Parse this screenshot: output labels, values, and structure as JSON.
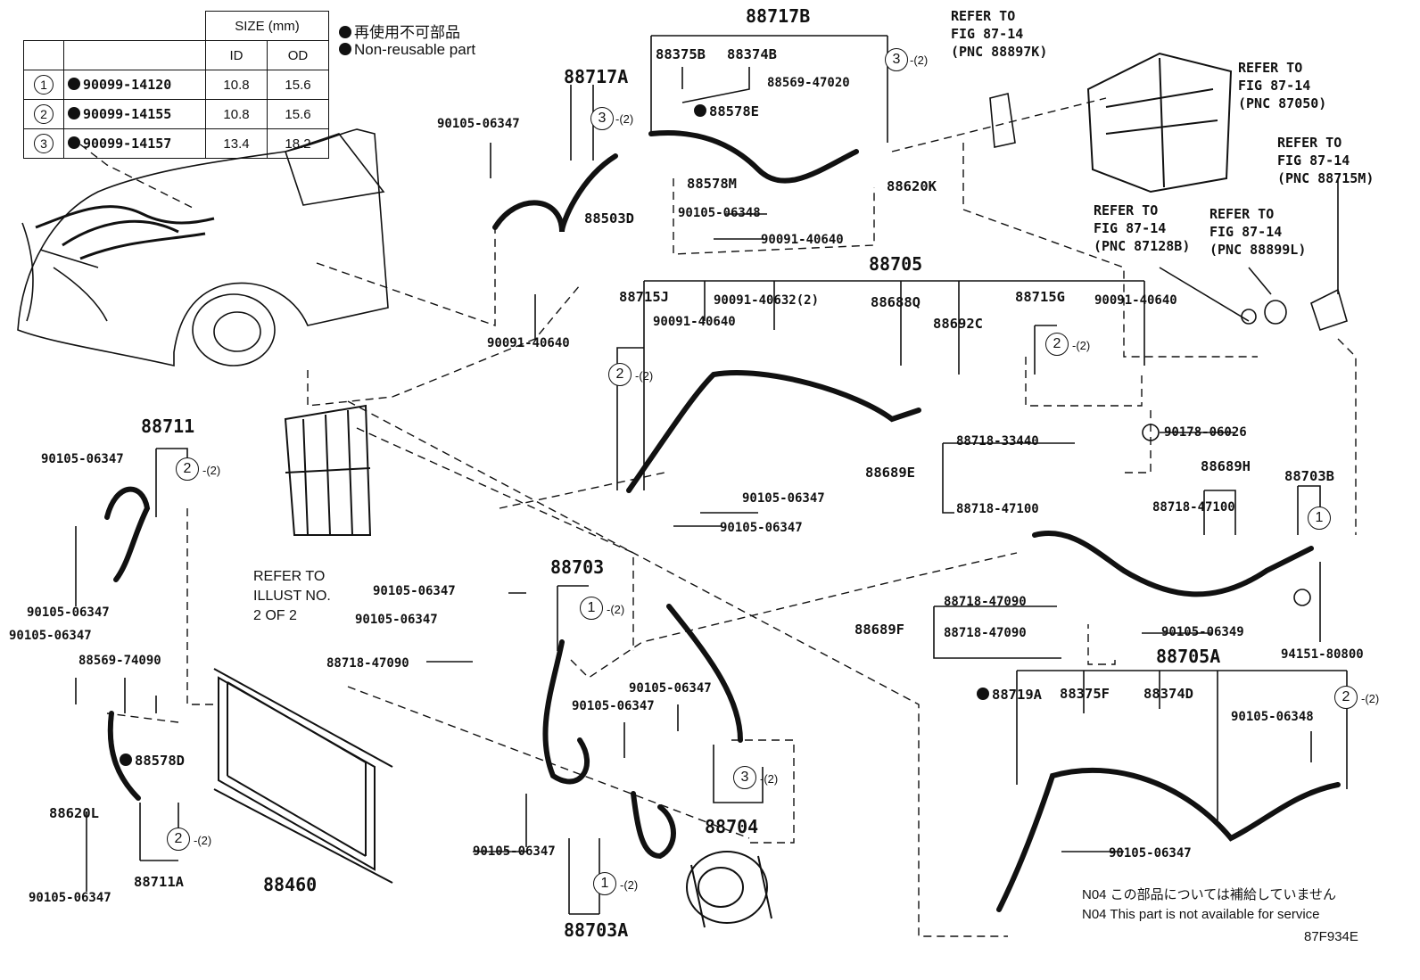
{
  "size_table": {
    "header": "SIZE (mm)",
    "col_id": "ID",
    "col_od": "OD",
    "rows": [
      {
        "num": "1",
        "part": "90099-14120",
        "id": "10.8",
        "od": "15.6"
      },
      {
        "num": "2",
        "part": "90099-14155",
        "id": "10.8",
        "od": "15.6"
      },
      {
        "num": "3",
        "part": "90099-14157",
        "id": "13.4",
        "od": "18.2"
      }
    ]
  },
  "legend": {
    "jp": "再使用不可部品",
    "en": "Non-reusable part"
  },
  "labels": {
    "p88717B": "88717B",
    "p88375B": "88375B",
    "p88374B": "88374B",
    "p88569_47020": "88569-47020",
    "p88578E": "88578E",
    "p88717A": "88717A",
    "p90105_06347_a": "90105-06347",
    "p88578M": "88578M",
    "p88620K": "88620K",
    "p88503D": "88503D",
    "p90105_06348_a": "90105-06348",
    "p90091_40640_a": "90091-40640",
    "p90091_40640_b": "90091-40640",
    "p88705": "88705",
    "p88715J": "88715J",
    "p90091_40632": "90091-40632(2)",
    "p88688Q": "88688Q",
    "p88692C": "88692C",
    "p88715G": "88715G",
    "p90091_40640_c": "90091-40640",
    "p90091_40640_d": "90091-40640",
    "p88711": "88711",
    "p90105_06347_b": "90105-06347",
    "p90105_06347_c": "90105-06347",
    "p90105_06347_d": "90105-06347",
    "p88569_74090": "88569-74090",
    "p88578D": "88578D",
    "p88620L": "88620L",
    "p90105_06347_e": "90105-06347",
    "p88711A": "88711A",
    "p88460": "88460",
    "p90105_06347_f": "90105-06347",
    "p90105_06347_g": "90105-06347",
    "p88703": "88703",
    "p90105_06347_h": "90105-06347",
    "p90105_06347_i": "90105-06347",
    "p88718_47090_a": "88718-47090",
    "p90105_06347_j": "90105-06347",
    "p90105_06347_k": "90105-06347",
    "p88704": "88704",
    "p90105_06347_l": "90105-06347",
    "p88703A": "88703A",
    "p88718_33440": "88718-33440",
    "p88689E": "88689E",
    "p88718_47100_a": "88718-47100",
    "p90178_06026": "90178-06026",
    "p88689H": "88689H",
    "p88718_47100_b": "88718-47100",
    "p88703B": "88703B",
    "p88718_47090_b": "88718-47090",
    "p88689F": "88689F",
    "p88718_47090_c": "88718-47090",
    "p90105_06349": "90105-06349",
    "p94151_80800": "94151-80800",
    "p88705A": "88705A",
    "p88719A": "88719A",
    "p88375F": "88375F",
    "p88374D": "88374D",
    "p90105_06348_b": "90105-06348",
    "p90105_06347_m": "90105-06347"
  },
  "refs": {
    "r1": [
      "REFER TO",
      "FIG 87-14",
      "(PNC 88897K)"
    ],
    "r2": [
      "REFER TO",
      "FIG 87-14",
      "(PNC 87050)"
    ],
    "r3": [
      "REFER TO",
      "FIG 87-14",
      "(PNC 88715M)"
    ],
    "r4": [
      "REFER TO",
      "FIG 87-14",
      "(PNC 87128B)"
    ],
    "r5": [
      "REFER TO",
      "FIG 87-14",
      "(PNC 88899L)"
    ],
    "illust": [
      "REFER TO",
      "ILLUST NO.",
      "2 OF 2"
    ]
  },
  "qty2": "-(2)",
  "notes": {
    "jp": "N04 この部品については補給していません",
    "en": "N04 This part is not available for service",
    "code": "87F934E"
  }
}
